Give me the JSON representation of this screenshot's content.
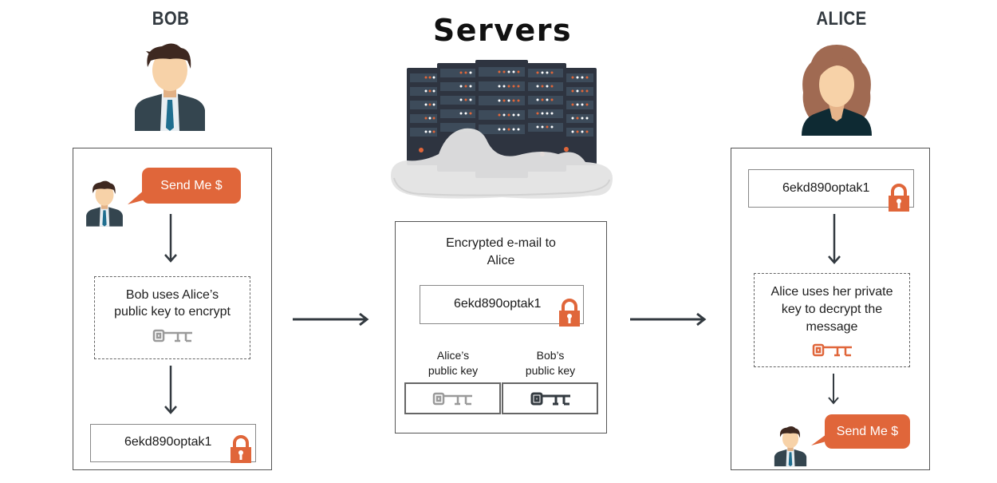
{
  "diagram": {
    "title": "Public key encryption flow",
    "colors": {
      "accent": "#e0663a",
      "dark": "#333a40",
      "server": "#2e3440",
      "key_light": "#9a9a9a",
      "key_dark": "#333a40"
    }
  },
  "bob": {
    "title": "BOB",
    "avatar_icon": "man-avatar-icon",
    "speech": "Send Me $",
    "step_text_line1": "Bob uses Alice’s",
    "step_text_line2": "public key to encrypt",
    "key_icon": "key-icon-gray",
    "ciphertext": "6ekd890optak1",
    "lock_icon": "padlock-icon"
  },
  "servers": {
    "title": "Servers",
    "icon": "server-rack-icon",
    "email_label_line1": "Encrypted e-mail to",
    "email_label_line2": "Alice",
    "ciphertext": "6ekd890optak1",
    "keys": [
      {
        "label_line1": "Alice’s",
        "label_line2": "public key",
        "icon": "key-icon-gray"
      },
      {
        "label_line1": "Bob’s",
        "label_line2": "public key",
        "icon": "key-icon-dark"
      }
    ]
  },
  "alice": {
    "title": "ALICE",
    "avatar_icon": "woman-avatar-icon",
    "ciphertext": "6ekd890optak1",
    "step_text_line1": "Alice uses her private",
    "step_text_line2": "key to decrypt the",
    "step_text_line3": "message",
    "key_icon": "key-icon-orange",
    "speech": "Send Me $"
  },
  "flow_arrows": [
    "bob-to-servers",
    "servers-to-alice"
  ]
}
